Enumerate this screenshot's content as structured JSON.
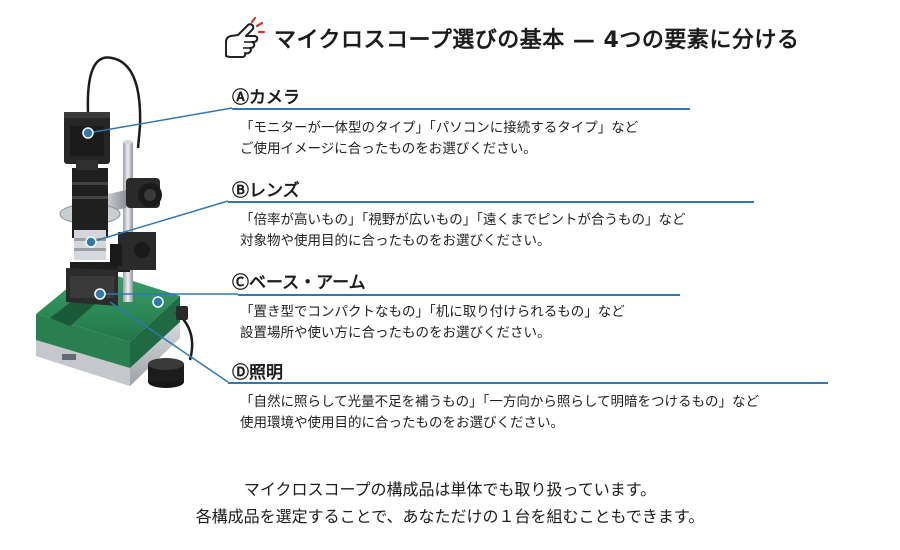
{
  "title": "マイクロスコープ選びの基本 — 4つの要素に分ける",
  "sections": [
    {
      "label": "Ⓐカメラ",
      "lines": [
        "「モニターが一体型のタイプ」「パソコンに接続するタイプ」など",
        "ご使用イメージに合ったものをお選びください。"
      ]
    },
    {
      "label": "Ⓑレンズ",
      "lines": [
        "「倍率が高いもの」「視野が広いもの」「遠くまでピントが合うもの」など",
        "対象物や使用目的に合ったものをお選びください。"
      ]
    },
    {
      "label": "Ⓒベース・アーム",
      "lines": [
        "「置き型でコンパクトなもの」「机に取り付けられるもの」など",
        "設置場所や使い方に合ったものをお選びください。"
      ]
    },
    {
      "label": "Ⓓ照明",
      "lines": [
        "「自然に照らして光量不足を補うもの」「一方向から照らして明暗をつけるもの」など",
        "使用環境や使用目的に合ったものをお選びください。"
      ]
    }
  ],
  "footer": {
    "line1": "マイクロスコープの構成品は単体でも取り扱っています。",
    "line2": "各構成品を選定することで、あなただけの１台を組むこともできます。"
  },
  "colors": {
    "accent": "#2f78b0",
    "base_green": "#2e8a58",
    "base_grey": "#b8bcc2",
    "icon_red": "#d9342b"
  },
  "icons": {
    "title": "pointing-hand-icon"
  }
}
